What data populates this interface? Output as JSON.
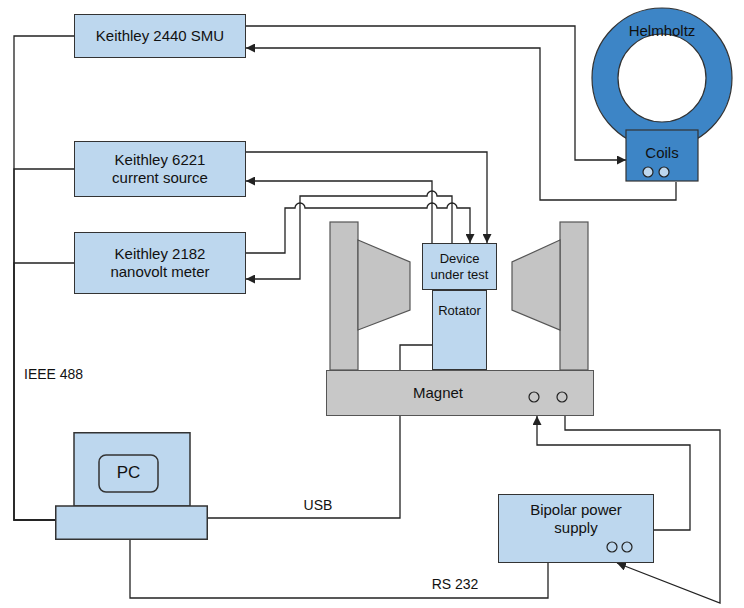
{
  "diagram": {
    "nodes": [
      {
        "text": [
          "Keithley 2440 SMU"
        ]
      },
      {
        "text": [
          "Keithley 6221 current source"
        ]
      },
      {
        "text": [
          "Keithley 2182 nanovolt meter"
        ]
      },
      {
        "text": [
          "Helmholtz",
          "Coils"
        ]
      },
      {
        "text": [
          "Device under test"
        ]
      },
      {
        "text": [
          "Rotator"
        ]
      },
      {
        "text": [
          "Magnet"
        ]
      },
      {
        "text": [
          "PC"
        ]
      },
      {
        "text": [
          "Bipolar power supply"
        ]
      }
    ],
    "edges": [
      {
        "from": 7,
        "to": 0,
        "arrow": "none"
      },
      {
        "from": 7,
        "to": 1,
        "arrow": "none"
      },
      {
        "from": 7,
        "to": 2,
        "arrow": "none"
      },
      {
        "from": 0,
        "to": 3,
        "arrow": "to"
      },
      {
        "from": 3,
        "to": 0,
        "arrow": "to"
      },
      {
        "from": 1,
        "to": 4,
        "arrow": "to"
      },
      {
        "from": 4,
        "to": 1,
        "arrow": "to"
      },
      {
        "from": 2,
        "to": 4,
        "arrow": "to"
      },
      {
        "from": 4,
        "to": 2,
        "arrow": "to"
      },
      {
        "from": 7,
        "to": 5,
        "label": "USB",
        "arrow": "none"
      },
      {
        "from": 7,
        "to": 8,
        "label": "RS 232",
        "arrow": "none"
      },
      {
        "from": 6,
        "to": 8,
        "arrow": "to"
      },
      {
        "from": 8,
        "to": 6,
        "arrow": "to"
      }
    ],
    "labels": [
      "IEEE 488"
    ]
  }
}
